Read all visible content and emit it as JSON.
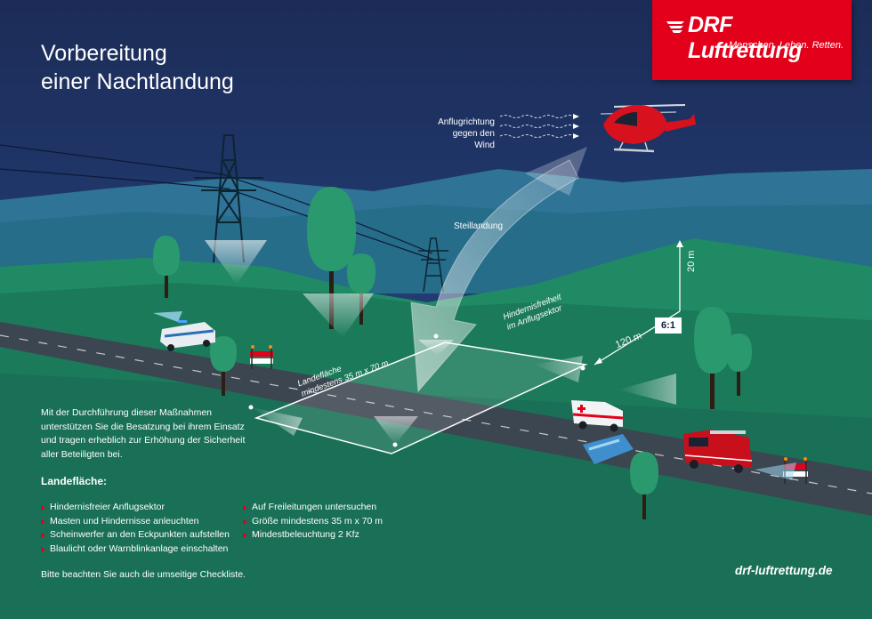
{
  "title": {
    "line1": "Vorbereitung",
    "line2": "einer Nachtlandung"
  },
  "logo": {
    "name": "DRF Luftrettung",
    "slogan": "Menschen. Leben. Retten."
  },
  "labels": {
    "approach": [
      "Anflugrichtung",
      "gegen den Wind"
    ],
    "steep_landing": "Steillandung",
    "obstacle_free": [
      "Hindernisfreiheit",
      "im Anflugsektor"
    ],
    "landing_area": [
      "Landefläche",
      "mindestens 35 m x 70 m"
    ],
    "height": "20 m",
    "distance": "120 m",
    "ratio": "6:1"
  },
  "intro": "Mit der Durchführung dieser Maßnahmen unterstützen Sie die Besatzung bei ihrem Einsatz und tragen erheblich zur Erhöhung der Sicherheit aller Beteiligten bei.",
  "section_title": "Landefläche:",
  "list_left": [
    "Hindernisfreier Anflugsektor",
    "Masten und Hindernisse anleuchten",
    "Scheinwerfer an den Eckpunkten aufstellen",
    "Blaulicht oder Warnblinkanlage einschalten"
  ],
  "list_right": [
    "Auf Freileitungen untersuchen",
    "Größe mindestens 35 m x 70 m",
    "Mindestbeleuchtung 2 Kfz"
  ],
  "note": "Bitte beachten Sie auch die umseitige Checkliste.",
  "url": "drf-luftrettung.de",
  "icons": [
    "helicopter-icon",
    "pylon-icon",
    "tree-icon",
    "police-van-icon",
    "ambulance-icon",
    "fire-truck-icon",
    "barrier-icon",
    "floodlight-icon"
  ],
  "colors": {
    "brand_red": "#e2001a",
    "sky_dark": "#14244a",
    "hill_green": "#1f8a63",
    "road": "#3c4650",
    "white": "#ffffff"
  }
}
